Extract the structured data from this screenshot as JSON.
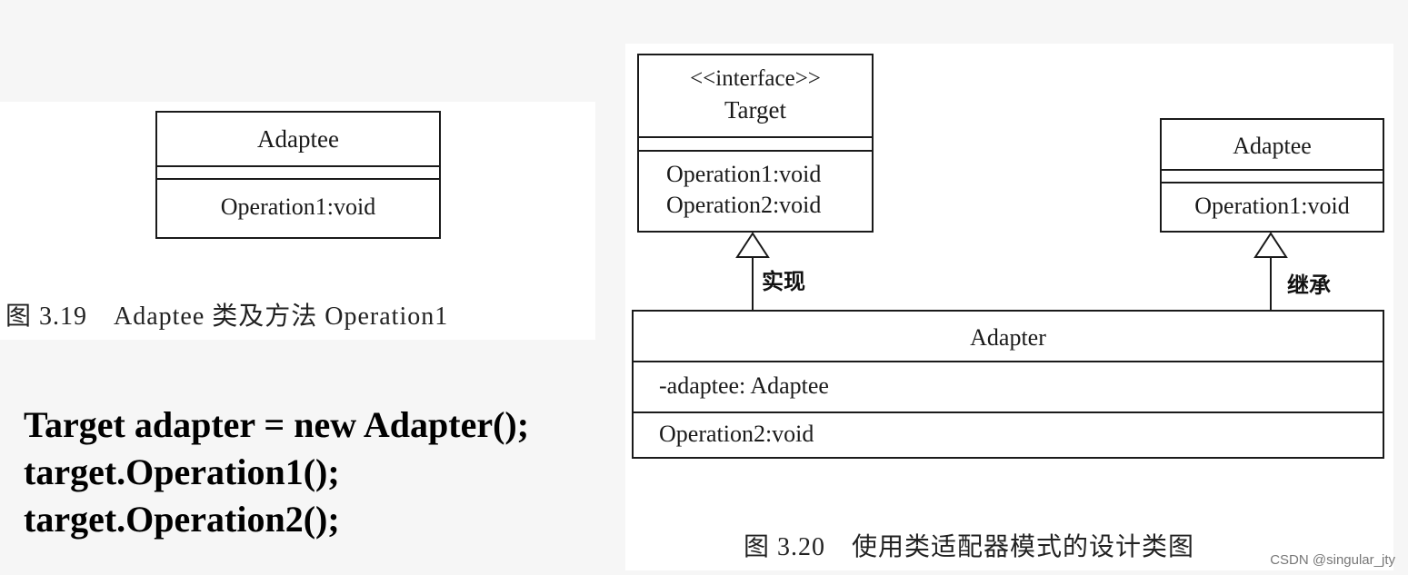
{
  "left_figure": {
    "adaptee_class": {
      "name": "Adaptee",
      "operations": [
        "Operation1:void"
      ]
    },
    "caption": "图 3.19　Adaptee 类及方法 Operation1"
  },
  "code": [
    "Target adapter = new Adapter();",
    "target.Operation1();",
    "target.Operation2();"
  ],
  "right_figure": {
    "target_class": {
      "stereotype": "<<interface>>",
      "name": "Target",
      "operations": [
        "Operation1:void",
        "Operation2:void"
      ]
    },
    "adaptee_class": {
      "name": "Adaptee",
      "operations": [
        "Operation1:void"
      ]
    },
    "adapter_class": {
      "name": "Adapter",
      "attributes": [
        "-adaptee: Adaptee"
      ],
      "operations": [
        "Operation2:void"
      ]
    },
    "relations": {
      "realization_label": "实现",
      "inheritance_label": "继承"
    },
    "caption": "图 3.20　使用类适配器模式的设计类图"
  },
  "watermark": "CSDN @singular_jty"
}
